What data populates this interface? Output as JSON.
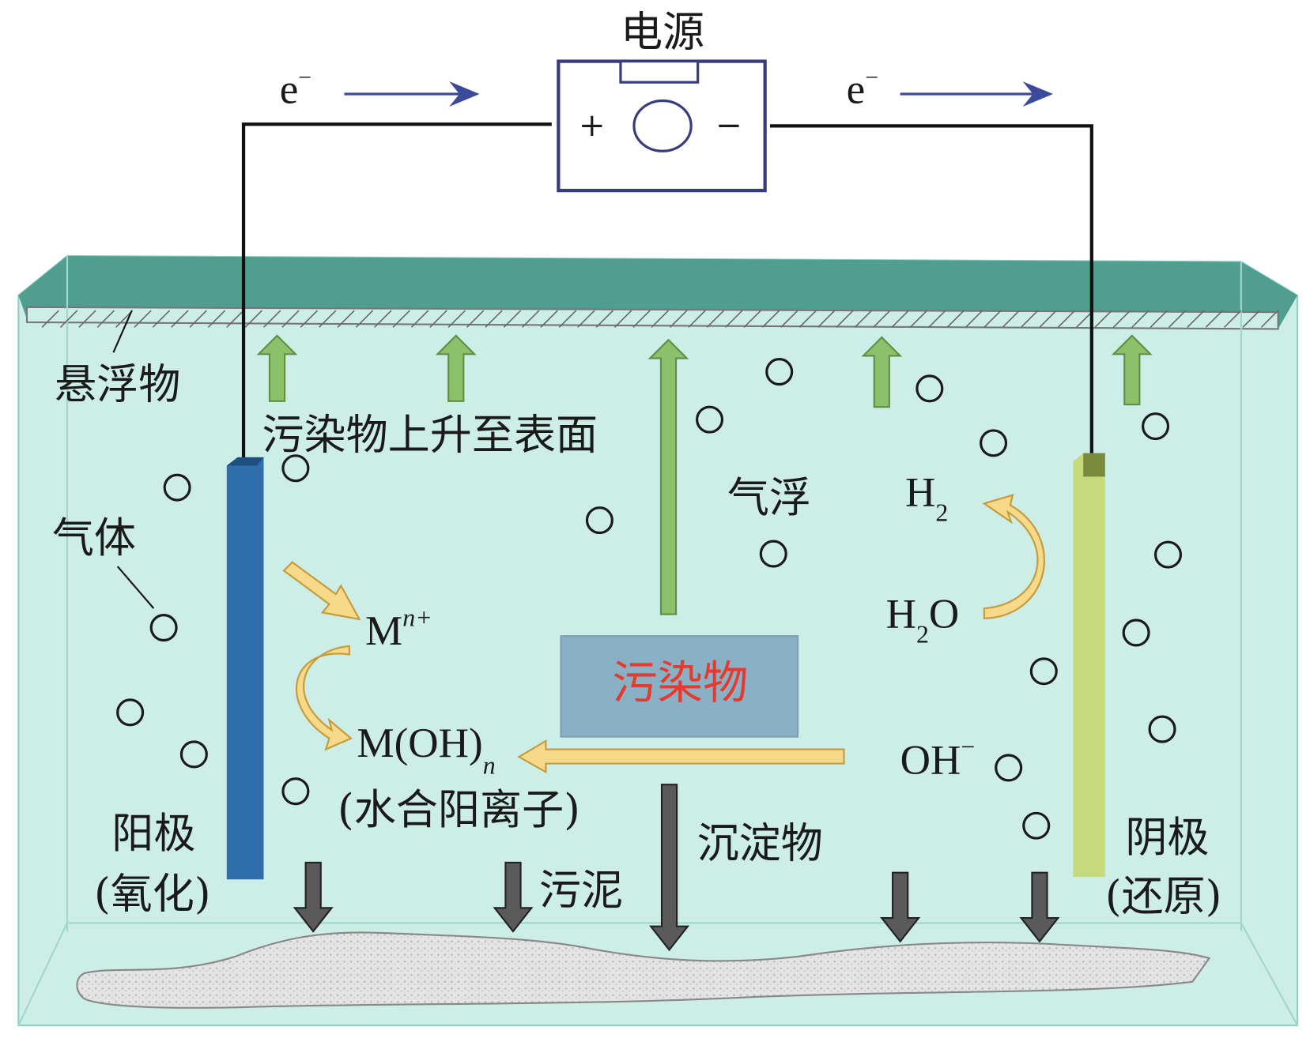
{
  "power_source": {
    "label": "电源",
    "plus": "+",
    "minus": "−"
  },
  "electron_left": {
    "base": "e",
    "sup": "−"
  },
  "electron_right": {
    "base": "e",
    "sup": "−"
  },
  "labels": {
    "suspended": "悬浮物",
    "rise": "污染物上升至表面",
    "gas": "气体",
    "flotation": "气浮",
    "pollutant": "污染物",
    "sediment": "沉淀物",
    "sludge": "污泥",
    "anode": "阳极",
    "anode_sub": "(氧化)",
    "cathode": "阴极",
    "cathode_sub": "(还原)",
    "hydrated_cation": "(水合阳离子)"
  },
  "species": {
    "metal_ion": {
      "base": "M",
      "sup": "n+"
    },
    "hydroxide": {
      "base": "M(OH)",
      "sub": "n"
    },
    "h2": {
      "base": "H",
      "sub": "2"
    },
    "h2o": {
      "base": "H",
      "sub": "2",
      "tail": "O"
    },
    "oh": {
      "base": "OH",
      "sup": "−"
    }
  },
  "colors": {
    "water": "#cdeee6",
    "surface": "#4f9e90",
    "anode": "#2f6fae",
    "cathode": "#c7d97a",
    "pollutant_box": "#8ab0c6",
    "pollutant_text": "#e53a2e",
    "green_arrow": "#8cc06a",
    "yellow_arrow": "#f7d98a",
    "sludge": "#dcdcdc"
  }
}
